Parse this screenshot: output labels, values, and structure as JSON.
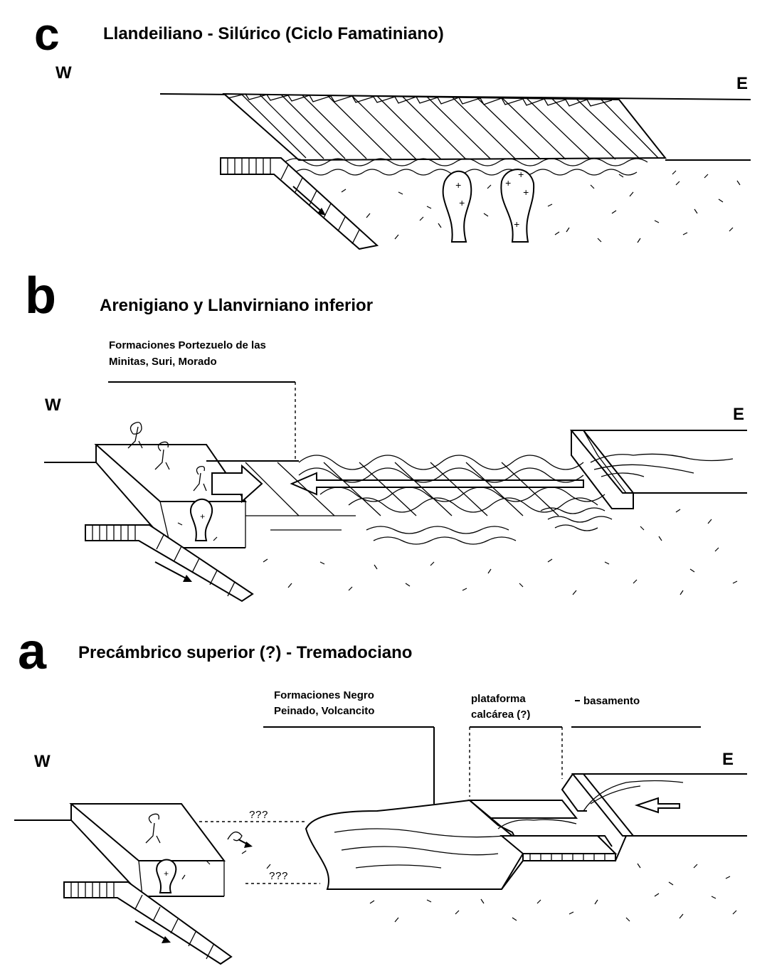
{
  "panels": {
    "c": {
      "letter": "c",
      "title": "Llandeiliano - Silúrico (Ciclo Famatiniano)",
      "west": "W",
      "east": "E"
    },
    "b": {
      "letter": "b",
      "title": "Arenigiano y Llanvirniano inferior",
      "west": "W",
      "east": "E",
      "formations_line1": "Formaciones Portezuelo de las",
      "formations_line2": "Minitas, Suri, Morado"
    },
    "a": {
      "letter": "a",
      "title": "Precámbrico superior (?) - Tremadociano",
      "west": "W",
      "east": "E",
      "formations_line1": "Formaciones Negro",
      "formations_line2": "Peinado, Volcancito",
      "platform_line1": "plataforma",
      "platform_line2": "calcárea (?)",
      "basement": "basamento",
      "unknown_upper": "???",
      "unknown_lower": "???"
    }
  }
}
